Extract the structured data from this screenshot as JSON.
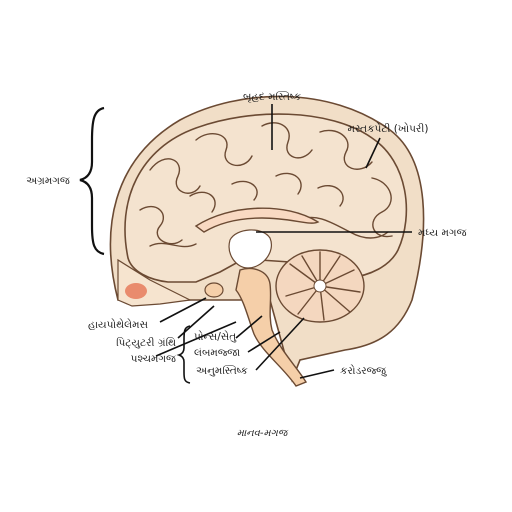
{
  "labels": {
    "cerebrum": "બૃહદ મસ્તિષ્ક",
    "skull": "મસ્તકપેટી (ખોપરી)",
    "forebrain": "અગ્રમગજ",
    "midbrain": "મધ્ય મગજ",
    "hypothalamus": "હાયપોથેલેમસ",
    "pituitary": "પિટ્યુટરી ગ્રંથિ",
    "hindbrain": "પશ્ચમગજ",
    "pons": "પોન્સ/સેતુ",
    "medulla": "લંબમજ્જા",
    "cerebellum": "અનુમસ્તિષ્ક",
    "spinal_cord": "કરોડરજ્જુ"
  },
  "caption": "માનવ-મગજ",
  "colors": {
    "skull": "#f1dec7",
    "brain": "#f4e3cf",
    "inner": "#f9d9c2",
    "stem": "#f5cfa9",
    "pink": "#f2c9c0",
    "accent": "#e98b6d",
    "ink": "#111111"
  }
}
